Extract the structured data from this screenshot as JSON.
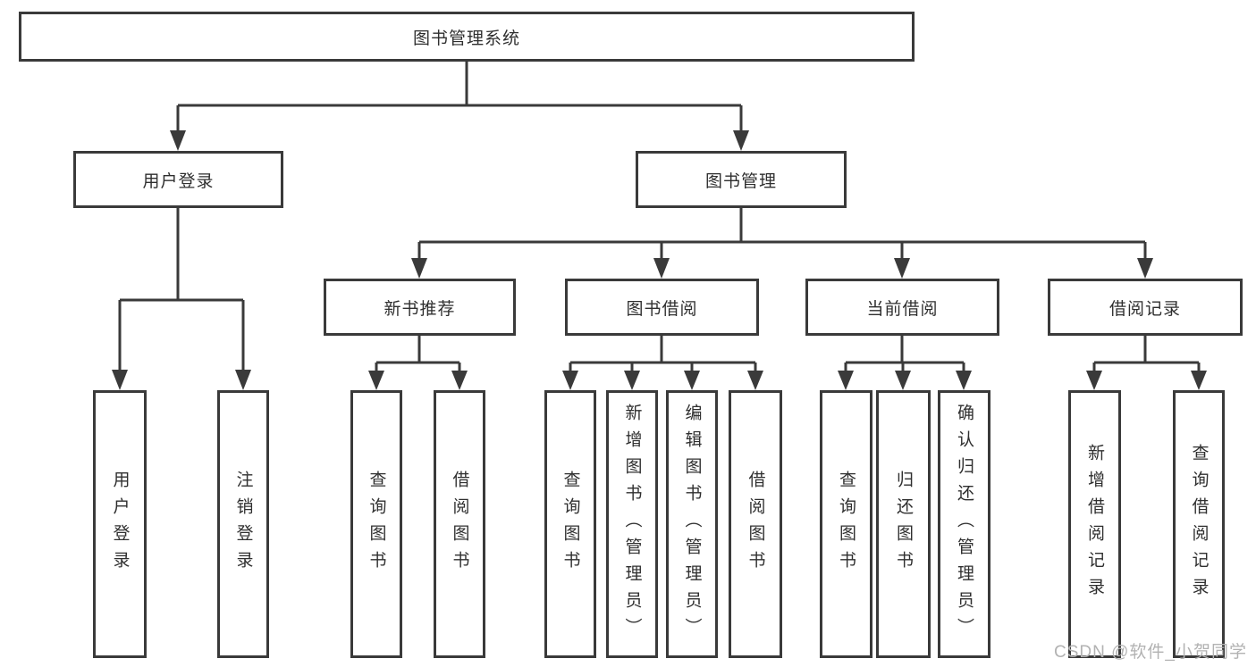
{
  "diagram": {
    "root": {
      "label": "图书管理系统",
      "children": [
        {
          "label": "用户登录",
          "children": [
            {
              "label": "用户登录"
            },
            {
              "label": "注销登录"
            }
          ]
        },
        {
          "label": "图书管理",
          "children": [
            {
              "label": "新书推荐",
              "children": [
                {
                  "label": "查询图书"
                },
                {
                  "label": "借阅图书"
                }
              ]
            },
            {
              "label": "图书借阅",
              "children": [
                {
                  "label": "查询图书"
                },
                {
                  "label": "新增图书（管理员）"
                },
                {
                  "label": "编辑图书（管理员）"
                },
                {
                  "label": "借阅图书"
                }
              ]
            },
            {
              "label": "当前借阅",
              "children": [
                {
                  "label": "查询图书"
                },
                {
                  "label": "归还图书"
                },
                {
                  "label": "确认归还（管理员）"
                }
              ]
            },
            {
              "label": "借阅记录",
              "children": [
                {
                  "label": "新增借阅记录"
                },
                {
                  "label": "查询借阅记录"
                }
              ]
            }
          ]
        }
      ]
    }
  },
  "watermark": {
    "text": "CSDN @软件_小贺同学"
  },
  "colors": {
    "line": "#3a3a3a",
    "text": "#2f2f2f",
    "box_background": "#ffffff",
    "page_background": "#ffffff",
    "watermark": "#b2b2b2"
  }
}
